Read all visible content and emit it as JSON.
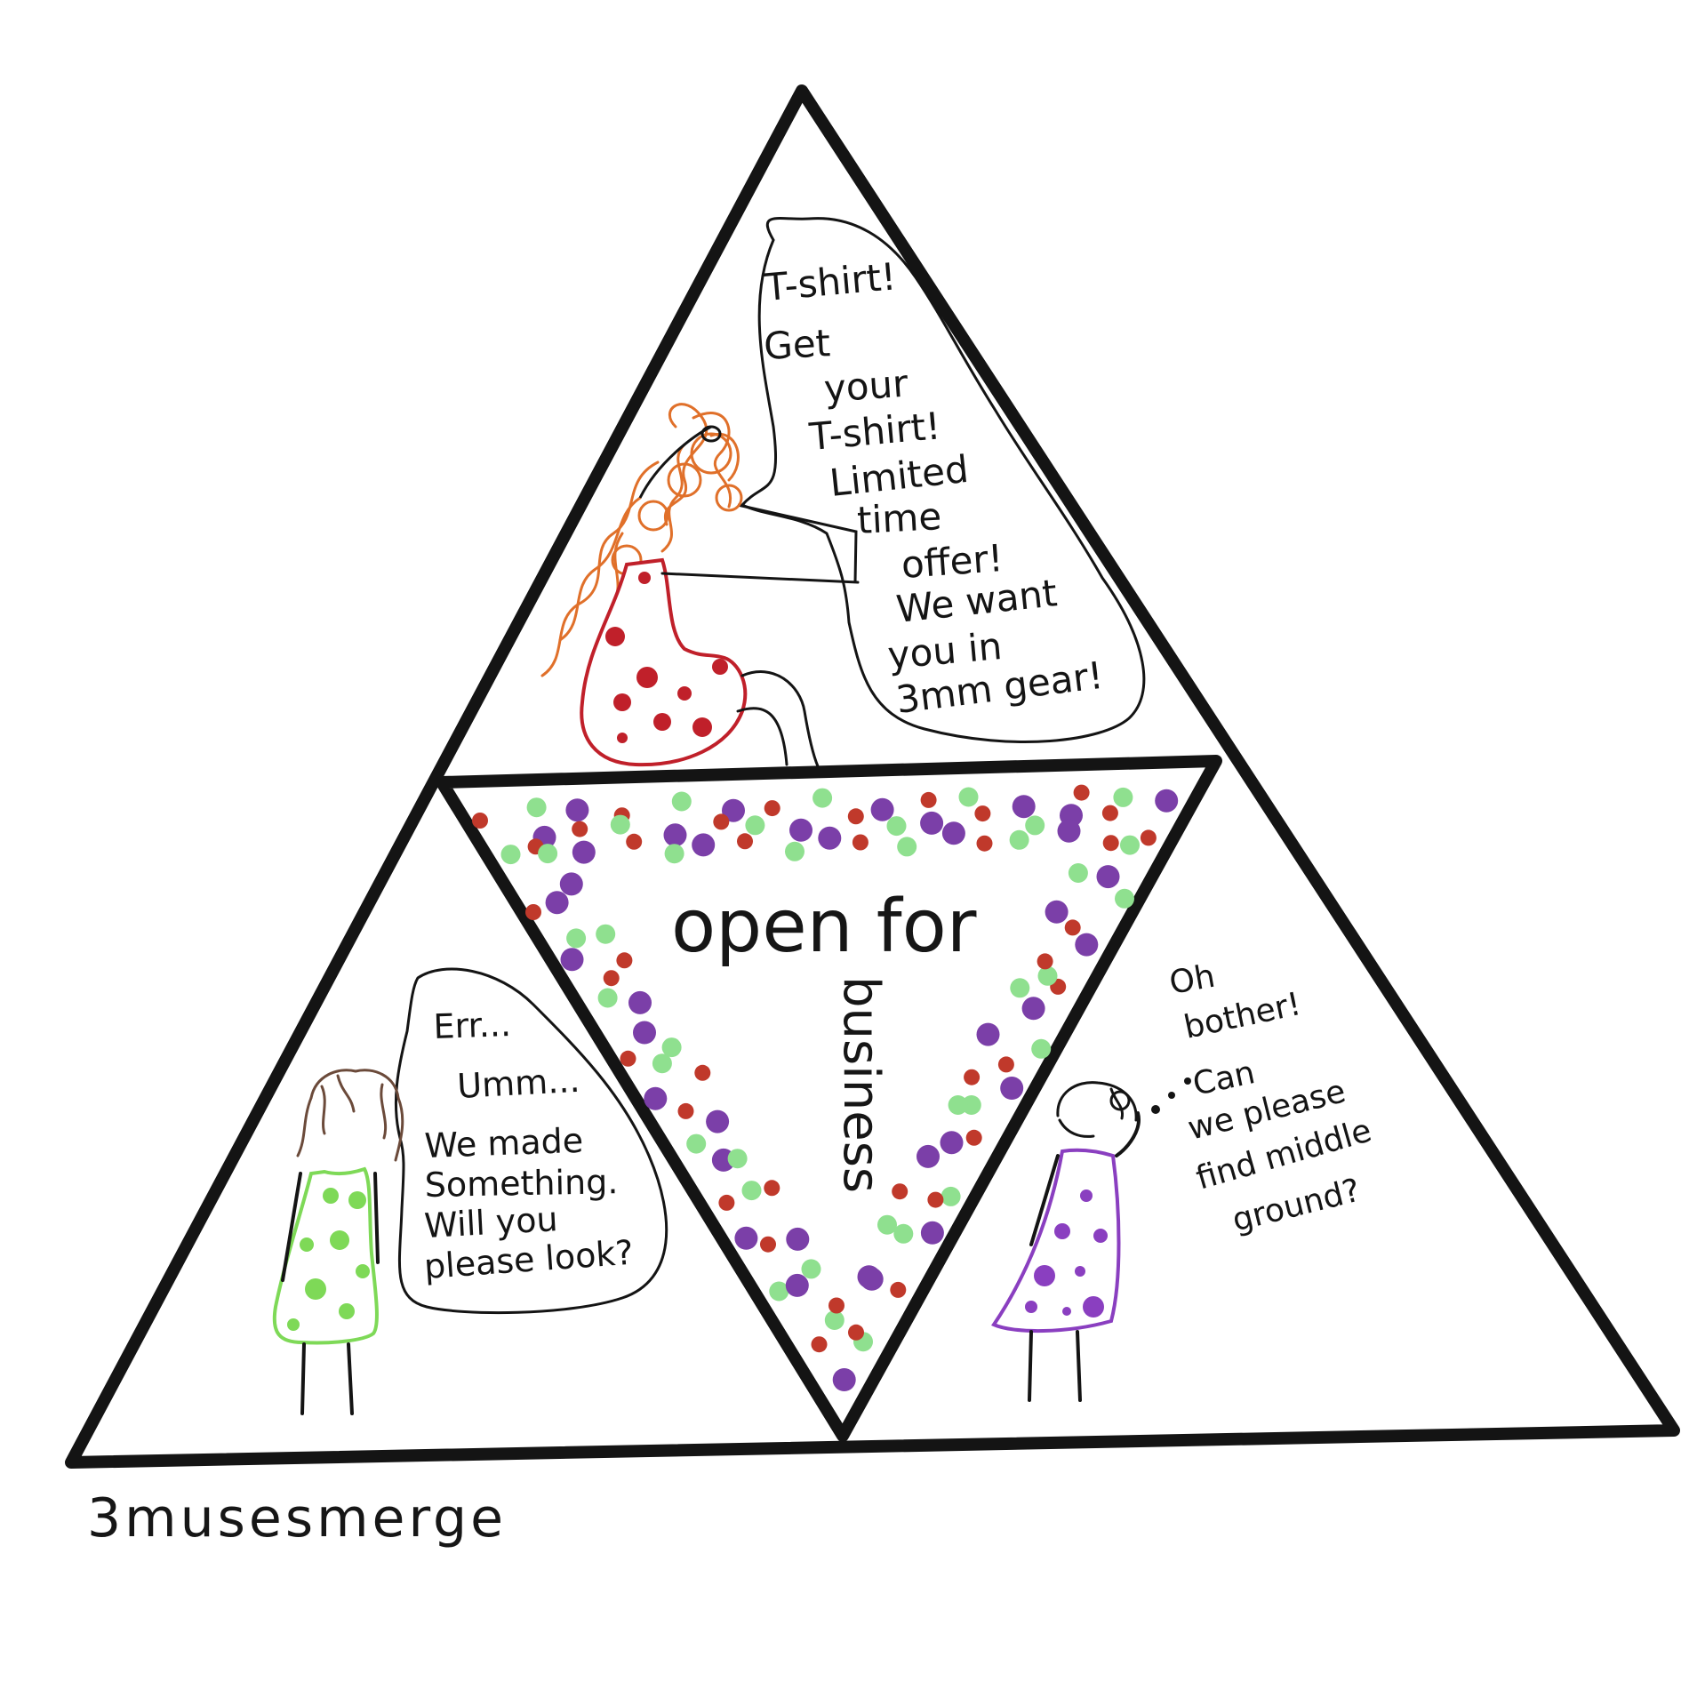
{
  "colors": {
    "ink": "#141414",
    "paper": "#ffffff",
    "dot_red": "#c0392b",
    "dot_green": "#8fe08f",
    "dot_purple": "#7b3fa8",
    "hair_orange": "#e0702a",
    "dress_red": "#c0202a",
    "dress_green": "#7ed957",
    "dress_purple": "#8a3fc0"
  },
  "top_bubble": {
    "lines": [
      "T-shirt!",
      "Get",
      "your",
      "T-shirt!",
      "Limited",
      "time",
      "offer!",
      "We want",
      "you in",
      "3mm gear!"
    ]
  },
  "center": {
    "line1": "open for",
    "line2": "business"
  },
  "left_bubble": {
    "lines": [
      "Err...",
      "Umm...",
      "We made",
      "Something.",
      "Will you",
      "please look?"
    ]
  },
  "right_thought": {
    "lines": [
      "Oh",
      "bother!",
      "Can",
      "we please",
      "find middle",
      "ground?"
    ]
  },
  "signature": "3musesmerge"
}
